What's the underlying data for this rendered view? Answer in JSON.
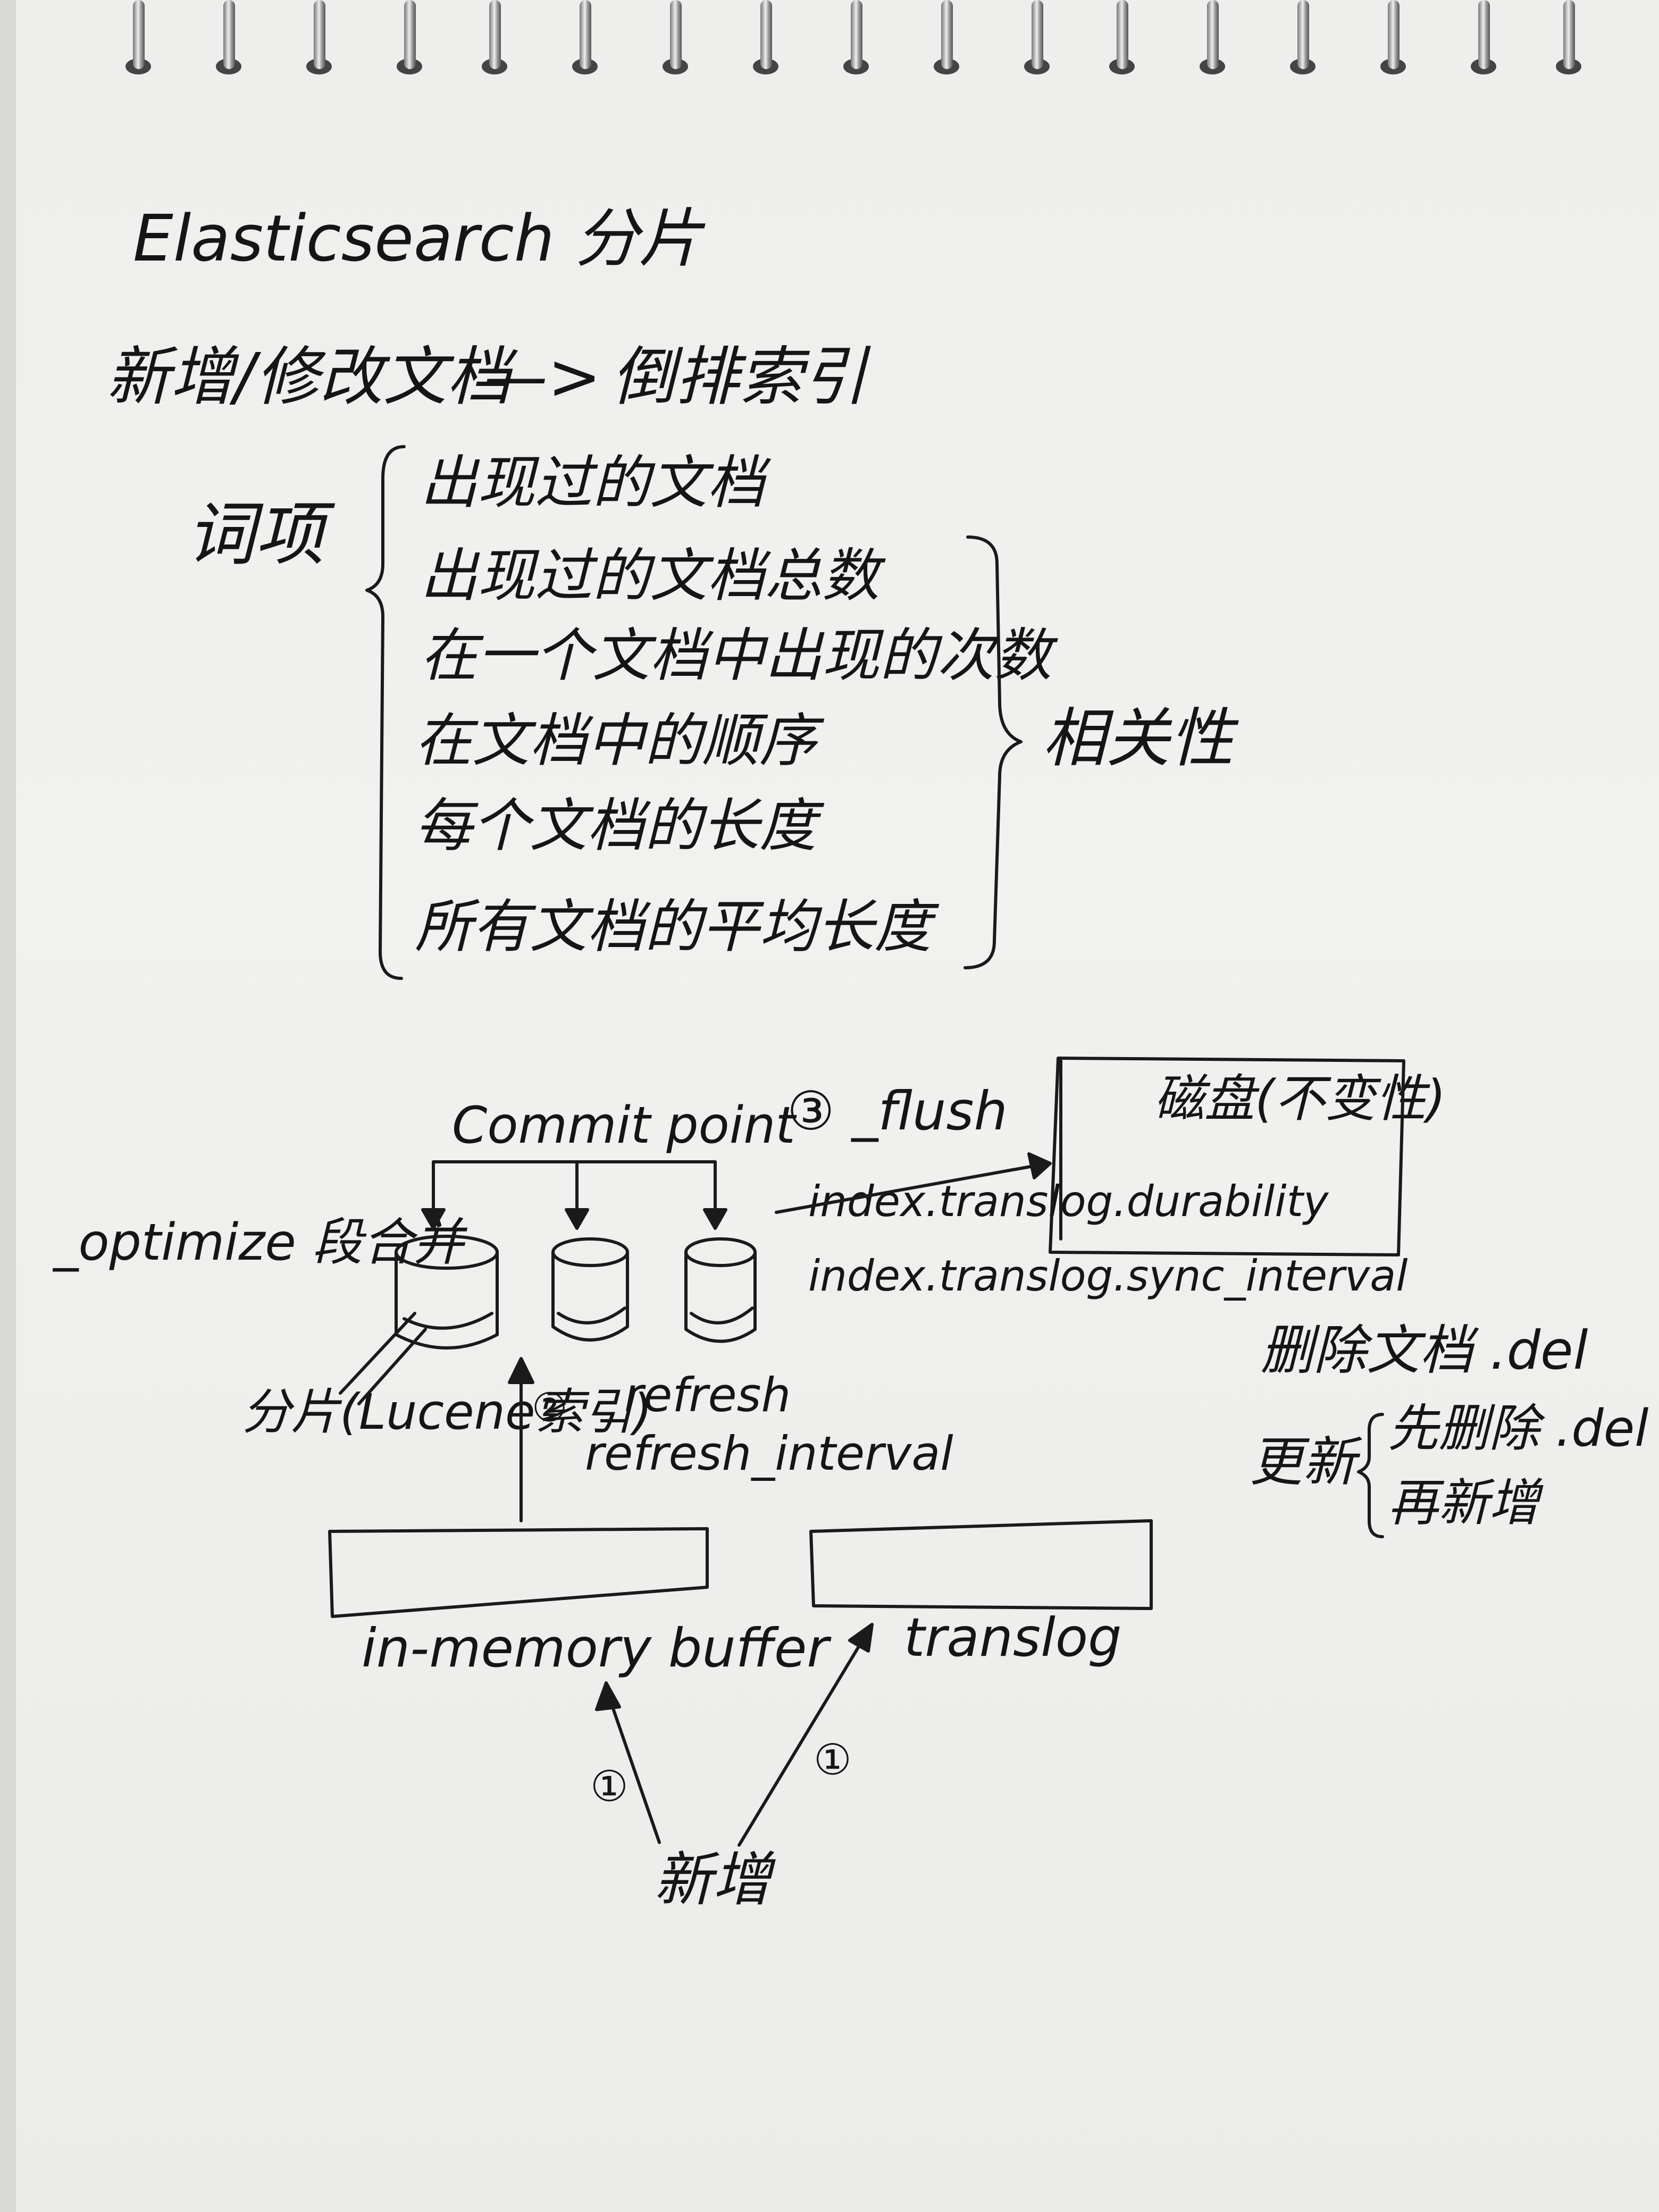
{
  "title": "Elasticsearch 分片",
  "top_line": {
    "left": "新增/修改文档",
    "arrow": "—>",
    "right": "倒排索引"
  },
  "term_label": "词项",
  "term_items": [
    "出现过的文档",
    "出现过的文档总数",
    "在一个文档中出现的次数",
    "在文档中的顺序",
    "每个文档的长度",
    "所有文档的平均长度"
  ],
  "relevance_label": "相关性",
  "diagram": {
    "commit_point": "Commit point",
    "flush": "③ _flush",
    "disk_box": "磁盘(不变性)",
    "durability": "index.translog.durability",
    "sync_interval": "index.translog.sync_interval",
    "optimize": "_optimize 段合并",
    "shard": "分片(Lucene索引)",
    "refresh_num": "②",
    "refresh": "_refresh",
    "refresh_interval": "refresh_interval",
    "buffer": "in-memory buffer",
    "translog": "translog",
    "step1_left": "①",
    "step1_right": "①",
    "add": "新增"
  },
  "notes": {
    "delete": "删除文档 .del",
    "update_label": "更新",
    "update_step1": "先删除 .del",
    "update_step2": "再新增"
  }
}
